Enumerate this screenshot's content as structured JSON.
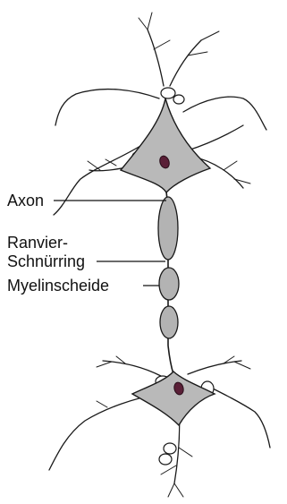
{
  "labels": {
    "axon": "Axon",
    "ranvier_line1": "Ranvier-",
    "ranvier_line2": "Schnürring",
    "myelin": "Myelinscheide"
  }
}
